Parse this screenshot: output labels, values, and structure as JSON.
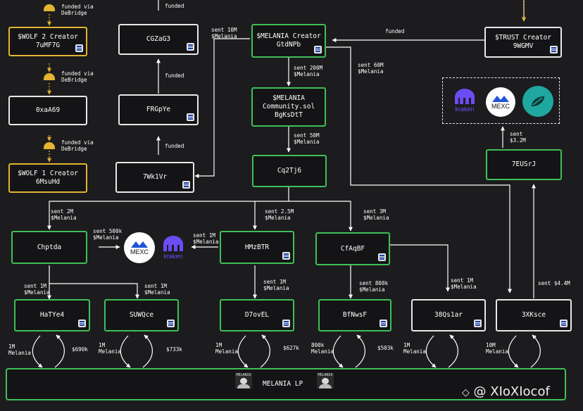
{
  "colors": {
    "background": "#1c1c1e",
    "green": "#3fbf58",
    "white": "#e8e8e8",
    "yellow": "#e3b431",
    "kraken": "#6b4cf5",
    "bitget": "#1fa7a0"
  },
  "nodes": {
    "cgzag3": "CGZaG3",
    "frgpye": "FRGpYe",
    "n7wk1vr": "7Wk1Vr",
    "melania_creator_1": "$MELANIA Creator",
    "melania_creator_2": "GtdNPb",
    "community_1": "$MELANIA",
    "community_2": "Community.sol",
    "community_3": "BgKsDtT",
    "cq2tj6": "Cq2Tj6",
    "trust_creator_1": "$TRUST Creator",
    "trust_creator_2": "9WGMV",
    "n7eusrj": "7EUSrJ",
    "wolf2_1": "$WOLF 2 Creator",
    "wolf2_2": "7uMF7G",
    "oxaa69": "0xaA69",
    "wolf1_1": "$WOLF 1 Creator",
    "wolf1_2": "6MsuHd",
    "chptda": "Chptda",
    "hmzbtr": "HMzBTR",
    "cfaqbf": "CfAqBF",
    "hatye4": "HaTYe4",
    "suwqce": "SUWQce",
    "d7ovel": "D7ovEL",
    "bfnwsf": "BfNwsF",
    "n38qs1ar": "38Qs1ar",
    "n3xksce": "3XKsce",
    "melania_lp": "MELANIA LP"
  },
  "edge_labels": {
    "funded_top_mid": "funded",
    "funded_frg_cgz": "funded",
    "funded_7wk_frg": "funded",
    "sent10m": "sent 10M\n$Melania",
    "funded_trust": "funded",
    "sent200m": "sent 200M\n$Melania",
    "sent60m": "sent 60M\n$Melania",
    "sent50m": "sent 50M\n$Melania",
    "sent32m": "sent\n$3.2M",
    "debridge1": "funded via\nDeBridge",
    "debridge2": "funded via\nDeBridge",
    "debridge3": "funded via\nDeBridge",
    "sent2m": "sent 2M\n$Melania",
    "sent25m": "sent 2.5M\n$Melania",
    "sent3m": "sent 3M\n$Melania",
    "sent500k": "sent 500k\n$Melania",
    "sent1m_hmz": "sent 1M\n$Melania",
    "sent1m_ha": "sent 1M\n$Melania",
    "sent1m_su": "sent 1M\n$Melania",
    "sent1m_d7": "sent 1M\n$Melania",
    "sent800k": "sent 800k\n$Melania",
    "sent1m_38": "sent 1M\n$Melania",
    "sent44m": "sent $4.4M",
    "lp_ha_in": "1M\nMelania",
    "lp_ha_out": "$690k",
    "lp_su_in": "1M\nMelania",
    "lp_su_out": "$733k",
    "lp_d7_in": "1M\nMelania",
    "lp_d7_out": "$627k",
    "lp_bf_in": "800k\nMelania",
    "lp_bf_out": "$503k",
    "lp_38_in": "1M\nMelania",
    "lp_3x_in": "10M\nMelania"
  },
  "exchanges": {
    "mexc": "MEXC",
    "kraken": "kraken"
  },
  "portrait_text": "MELANIA",
  "watermark": "@ XIoXIocof",
  "icons": [
    "solana-icon",
    "mexc-logo",
    "kraken-logo",
    "bitget-logo",
    "debridge-icon",
    "binance-square-icon"
  ]
}
